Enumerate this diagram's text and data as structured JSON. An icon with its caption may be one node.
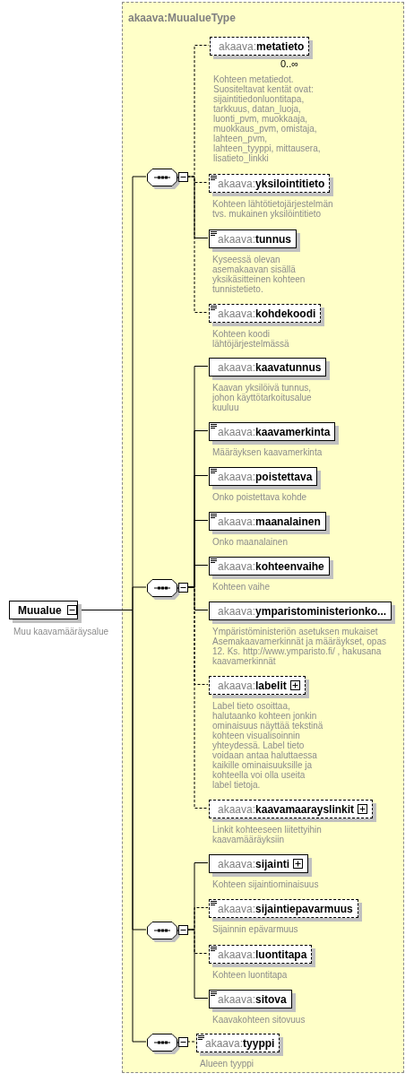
{
  "diagram": {
    "nodes": [
      {
        "text": [
          "Muualue"
        ],
        "beside": [
          "Muu kaavamääräysalue"
        ]
      },
      {
        "text": [
          "akaava:MuualueType"
        ]
      },
      {
        "text": [],
        "shape": "octagon",
        "in": 1
      },
      {
        "text": [
          "akaava:**metatieto**"
        ],
        "beside": [
          "0..∞",
          "Kohteen metatiedot. Suositeltavat kentät ovat: sijaintitiedonluontitapa, tarkkuus, datan_luoja, luonti_pvm, muokkaaja, muokkaus_pvm, omistaja, lahteen_pvm, lahteen_tyyppi, mittausera, lisatieto_linkki"
        ],
        "in": 1
      },
      {
        "text": [
          "akaava:**yksilointitieto**"
        ],
        "beside": [
          "Kohteen lähtötietojärjestelmän tvs. mukainen yksilöintitieto"
        ],
        "in": 1
      },
      {
        "text": [
          "akaava:**tunnus**"
        ],
        "beside": [
          "Kyseessä olevan asemakaavan sisällä yksikäsitteinen kohteen tunnistetieto."
        ],
        "in": 1
      },
      {
        "text": [
          "akaava:**kohdekoodi**"
        ],
        "beside": [
          "Kohteen koodi lähtöjärjestelmässä"
        ],
        "in": 1
      },
      {
        "text": [],
        "shape": "octagon",
        "in": 1
      },
      {
        "text": [
          "akaava:**kaavatunnus**"
        ],
        "beside": [
          "Kaavan yksilöivä tunnus, johon käyttötarkoitusalue kuuluu"
        ],
        "in": 1
      },
      {
        "text": [
          "akaava:**kaavamerkinta**"
        ],
        "beside": [
          "Määräyksen kaavamerkinta"
        ],
        "in": 1
      },
      {
        "text": [
          "akaava:**poistettava**"
        ],
        "beside": [
          "Onko poistettava kohde"
        ],
        "in": 1
      },
      {
        "text": [
          "akaava:**maanalainen**"
        ],
        "beside": [
          "Onko maanalainen"
        ],
        "in": 1
      },
      {
        "text": [
          "akaava:**kohteenvaihe**"
        ],
        "beside": [
          "Kohteen vaihe"
        ],
        "in": 1
      },
      {
        "text": [
          "akaava:**ymparistoministerionko...**"
        ],
        "beside": [
          "Ympäristöministeriön asetuksen mukaiset Asemakaavamerkinnät ja määräykset, opas 12. Ks. http://www.ymparisto.fi/ , hakusana kaavamerkinnät"
        ],
        "in": 1
      },
      {
        "text": [
          "akaava:**labelit**"
        ],
        "beside": [
          "Label tieto osoittaa, halutaanko kohteen jonkin ominaisuus näyttää tekstinä kohteen visualisoinnin yhteydessä. Label tieto voidaan antaa haluttaessa kaikille ominaisuuksille ja kohteella voi olla useita label tietoja."
        ],
        "in": 1
      },
      {
        "text": [
          "akaava:**kaavamaarayslinkit**"
        ],
        "beside": [
          "Linkit kohteeseen liitettyihin kaavamääräyksiin"
        ],
        "in": 1
      },
      {
        "text": [],
        "shape": "octagon",
        "in": 1
      },
      {
        "text": [
          "akaava:**sijainti**"
        ],
        "beside": [
          "Kohteen sijaintiominaisuus"
        ],
        "in": 1
      },
      {
        "text": [
          "akaava:**sijaintiepavarmuus**"
        ],
        "beside": [
          "Sijainnin epävarmuus"
        ],
        "in": 1
      },
      {
        "text": [
          "akaava:**luontitapa**"
        ],
        "beside": [
          "Kohteen luontitapa"
        ],
        "in": 1
      },
      {
        "text": [
          "akaava:**sitova**"
        ],
        "beside": [
          "Kaavakohteen sitovuus"
        ],
        "in": 1
      },
      {
        "text": [],
        "shape": "octagon",
        "in": 1
      },
      {
        "text": [
          "akaava:**tyyppi**"
        ],
        "beside": [
          "Alueen tyyppi"
        ],
        "in": 1
      }
    ],
    "edges": [
      {
        "from": 0,
        "to": 2,
        "arrow": "none"
      },
      {
        "from": 0,
        "to": 7,
        "arrow": "none"
      },
      {
        "from": 0,
        "to": 16,
        "arrow": "none"
      },
      {
        "from": 0,
        "to": 21,
        "arrow": "none"
      },
      {
        "from": 2,
        "to": 3,
        "arrow": "none",
        "style": "dashed"
      },
      {
        "from": 2,
        "to": 4,
        "arrow": "none",
        "style": "dashed"
      },
      {
        "from": 2,
        "to": 5,
        "arrow": "none"
      },
      {
        "from": 2,
        "to": 6,
        "arrow": "none",
        "style": "dashed"
      },
      {
        "from": 7,
        "to": 8,
        "arrow": "none"
      },
      {
        "from": 7,
        "to": 9,
        "arrow": "none"
      },
      {
        "from": 7,
        "to": 10,
        "arrow": "none"
      },
      {
        "from": 7,
        "to": 11,
        "arrow": "none"
      },
      {
        "from": 7,
        "to": 12,
        "arrow": "none"
      },
      {
        "from": 7,
        "to": 13,
        "arrow": "none"
      },
      {
        "from": 7,
        "to": 14,
        "arrow": "none",
        "style": "dashed"
      },
      {
        "from": 7,
        "to": 15,
        "arrow": "none",
        "style": "dashed"
      },
      {
        "from": 16,
        "to": 17,
        "arrow": "none"
      },
      {
        "from": 16,
        "to": 18,
        "arrow": "none",
        "style": "dashed"
      },
      {
        "from": 16,
        "to": 19,
        "arrow": "none",
        "style": "dashed"
      },
      {
        "from": 16,
        "to": 20,
        "arrow": "none"
      },
      {
        "from": 21,
        "to": 22,
        "arrow": "none",
        "style": "dashed"
      }
    ]
  }
}
